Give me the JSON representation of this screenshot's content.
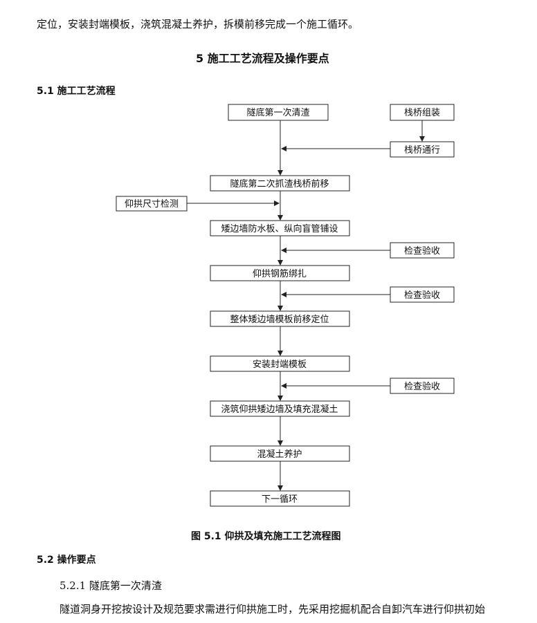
{
  "intro_line": "定位，安装封端模板，浇筑混凝土养护，拆模前移完成一个施工循环。",
  "chapter_heading": "5   施工工艺流程及操作要点",
  "section_5_1": "5.1 施工工艺流程",
  "flowchart": {
    "main_steps": [
      "隧底第一次清渣",
      "隧底第二次抓渣栈桥前移",
      "矮边墙防水板、纵向盲管铺设",
      "仰拱钢筋绑扎",
      "整体矮边墙模板前移定位",
      "安装封端模板",
      "浇筑仰拱矮边墙及填充混凝土",
      "混凝土养护",
      "下一循环"
    ],
    "side_bridge_assemble": "栈桥组装",
    "side_bridge_pass": "栈桥通行",
    "side_dimension_check": "仰拱尺寸检测",
    "side_inspection": "检查验收"
  },
  "figure_caption": "图 5.1  仰拱及填充施工工艺流程图",
  "section_5_2": "5.2 操作要点",
  "subsection_5_2_1": "5.2.1 隧底第一次清渣",
  "last_paragraph": "隧道洞身开挖按设计及规范要求需进行仰拱施工时，先采用挖掘机配合自卸汽车进行仰拱初始"
}
